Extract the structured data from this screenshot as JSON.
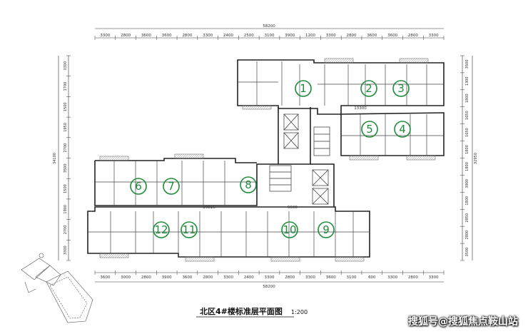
{
  "top_dims": [
    "3300",
    "2800",
    "3600",
    "3600",
    "2800",
    "3300",
    "2400",
    "2500",
    "3100",
    "3900",
    "1200",
    "3300",
    "2800",
    "3600",
    "3600",
    "2800",
    "3300"
  ],
  "top_total": "58200",
  "bottom_dims": [
    "3600",
    "3000",
    "2800",
    "3900",
    "3600",
    "2800",
    "3300",
    "2400",
    "3300",
    "2800",
    "3300",
    "3600",
    "3100",
    "600",
    "3300",
    "2800",
    "3300"
  ],
  "bottom_total": "58200",
  "left_dims": [
    "3300",
    "1700",
    "1500",
    "1950",
    "2700",
    "3500",
    "1500",
    "1900",
    "2700",
    "3300"
  ],
  "left_total": "34100",
  "right_dims": [
    "3500",
    "1300",
    "1800",
    "1650",
    "1650",
    "1800",
    "1800",
    "3900",
    "1800",
    "2850",
    "2800",
    "3500"
  ],
  "right_total": "32950",
  "units": [
    {
      "label": "1",
      "color": "#1e8c3a"
    },
    {
      "label": "2",
      "color": "#1e8c3a"
    },
    {
      "label": "3",
      "color": "#1e8c3a"
    },
    {
      "label": "5",
      "color": "#1e8c3a"
    },
    {
      "label": "4",
      "color": "#1e8c3a"
    },
    {
      "label": "6",
      "color": "#1e8c3a"
    },
    {
      "label": "7",
      "color": "#1e8c3a"
    },
    {
      "label": "8",
      "color": "#1e8c3a"
    },
    {
      "label": "12",
      "color": "#1e8c3a"
    },
    {
      "label": "11",
      "color": "#1e8c3a"
    },
    {
      "label": "10",
      "color": "#1e8c3a"
    },
    {
      "label": "9",
      "color": "#1e8c3a"
    }
  ],
  "inner_dims": {
    "a": "13300",
    "b": "19816",
    "c": "5600"
  },
  "caption": "北区4#楼标准层平面图",
  "scale": "1:200",
  "watermark": "搜狐号@搜狐焦点鞍山站"
}
